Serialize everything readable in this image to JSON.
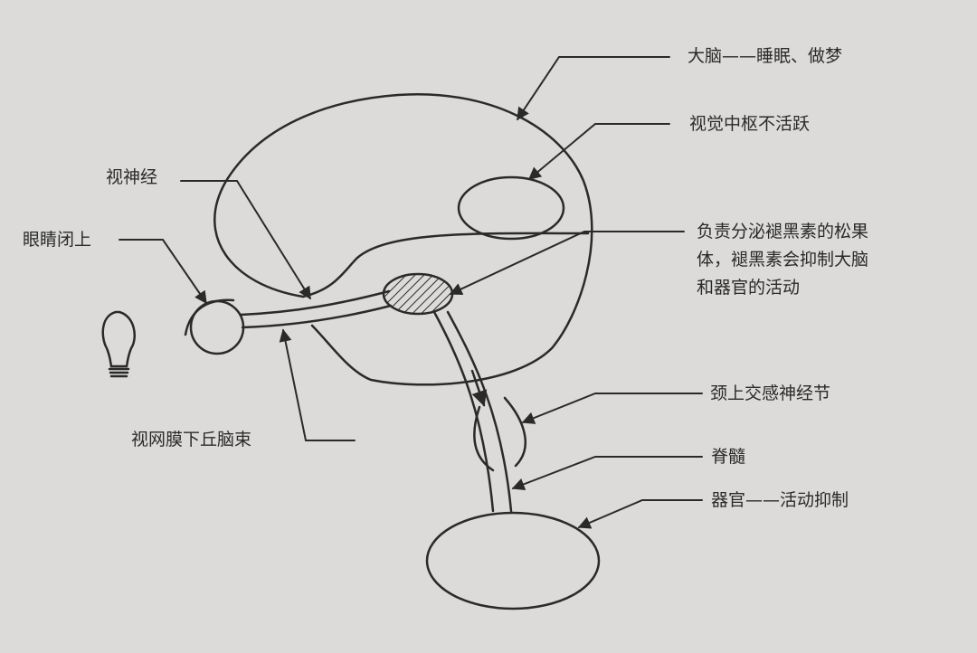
{
  "labels": {
    "cerebrum": "大脑——睡眠、做梦",
    "visual_center": "视觉中枢不活跃",
    "optic_nerve": "视神经",
    "eyes_closed": "眼睛闭上",
    "pineal": [
      "负责分泌褪黑素的松果",
      "体，褪黑素会抑制大脑",
      "和器官的活动"
    ],
    "ganglion": "颈上交感神经节",
    "spinal_cord": "脊髓",
    "organ": "器官——活动抑制",
    "rht": "视网膜下丘脑束"
  },
  "colors": {
    "paper": "#dcdbd9",
    "ink": "#2a2a2a"
  }
}
